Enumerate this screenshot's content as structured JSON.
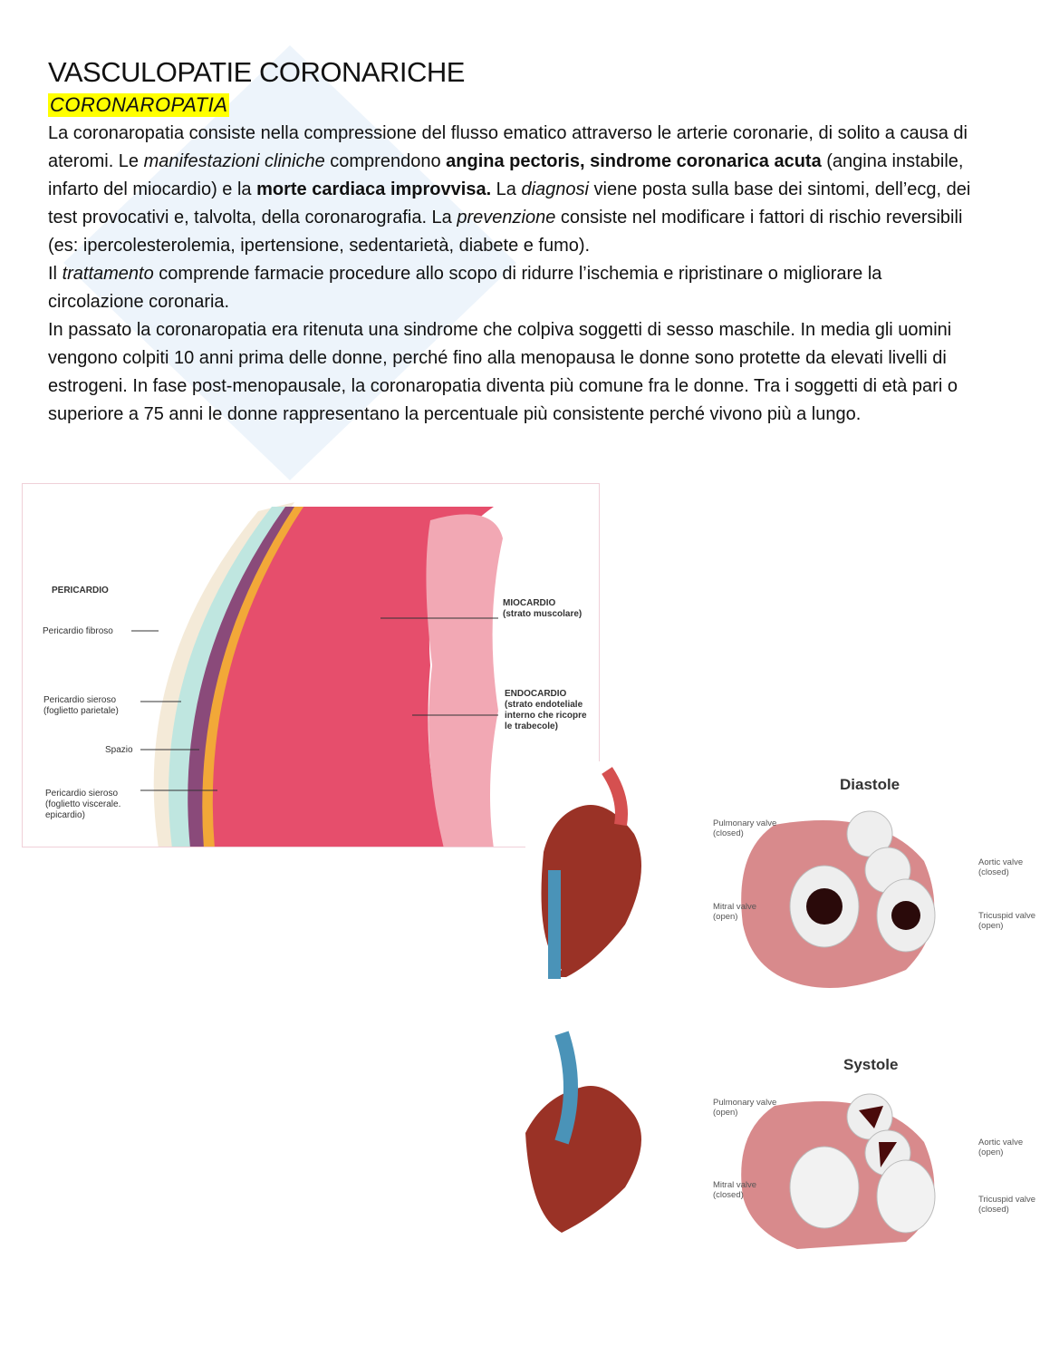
{
  "title": "VASCULOPATIE CORONARICHE",
  "subtitle": "CORONAROPATIA",
  "paragraphs": [
    [
      {
        "t": "La coronaropatia consiste nella compressione del flusso ematico attraverso le arterie coronarie, di solito a causa di ateromi. Le "
      },
      {
        "t": "manifestazioni cliniche",
        "s": "i"
      },
      {
        "t": " comprendono "
      },
      {
        "t": "angina pectoris, sindrome coronarica acuta",
        "s": "b"
      },
      {
        "t": " (angina instabile, infarto del miocardio) e la "
      },
      {
        "t": "morte cardiaca improvvisa.",
        "s": "b"
      },
      {
        "t": " La "
      },
      {
        "t": "diagnosi",
        "s": "i"
      },
      {
        "t": " viene posta sulla base dei sintomi, dell’ecg, dei test provocativi e, talvolta, della coronarografia. La "
      },
      {
        "t": "prevenzione",
        "s": "i"
      },
      {
        "t": " consiste nel modificare i fattori di rischio reversibili (es: ipercolesterolemia, ipertensione, sedentarietà, diabete e fumo)."
      }
    ],
    [
      {
        "t": "Il "
      },
      {
        "t": "trattamento",
        "s": "i"
      },
      {
        "t": " comprende farmacie  procedure allo scopo di ridurre l’ischemia e ripristinare o migliorare la circolazione coronaria."
      }
    ],
    [
      {
        "t": "In passato la coronaropatia era ritenuta una sindrome che colpiva soggetti di sesso maschile. In media gli uomini vengono colpiti 10 anni prima delle donne, perché fino alla menopausa le donne sono protette da elevati livelli di estrogeni. In fase post-menopausale, la coronaropatia diventa più comune fra le donne. Tra i soggetti di età pari o superiore a 75 anni le donne rappresentano la percentuale più consistente perché vivono più a lungo."
      }
    ]
  ],
  "figure_wall": {
    "pericardio": "PERICARDIO",
    "fibroso": "Pericardio fibroso",
    "sieroso_parietale": [
      "Pericardio sieroso",
      "(foglietto parietale)"
    ],
    "spazio": "Spazio",
    "sieroso_viscerale": [
      "Pericardio sieroso",
      "(foglietto viscerale.",
      "epicardio)"
    ],
    "miocardio": [
      "MIOCARDIO",
      "(strato muscolare)"
    ],
    "endocardio": [
      "ENDOCARDIO",
      "(strato endoteliale",
      "interno che ricopre",
      "le trabecole)"
    ]
  },
  "figure_valves": {
    "diastole": {
      "title": "Diastole",
      "pulmonary": [
        "Pulmonary valve",
        "(closed)"
      ],
      "aortic": [
        "Aortic valve",
        "(closed)"
      ],
      "mitral": [
        "Mitral valve",
        "(open)"
      ],
      "tricuspid": [
        "Tricuspid valve",
        "(open)"
      ]
    },
    "systole": {
      "title": "Systole",
      "pulmonary": [
        "Pulmonary valve",
        "(open)"
      ],
      "aortic": [
        "Aortic valve",
        "(open)"
      ],
      "mitral": [
        "Mitral valve",
        "(closed)"
      ],
      "tricuspid": [
        "Tricuspid valve",
        "(closed)"
      ]
    }
  }
}
